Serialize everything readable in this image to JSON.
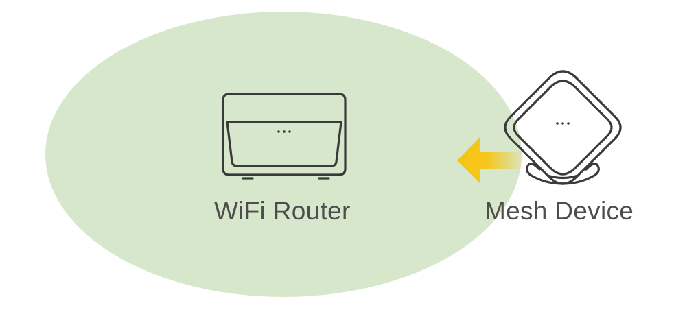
{
  "diagram": {
    "router": {
      "label": "WiFi Router",
      "indicator": "..."
    },
    "mesh_device": {
      "label": "Mesh Device",
      "indicator": "..."
    },
    "arrow": {
      "direction": "mesh-device-to-router",
      "color": "#f7c413"
    },
    "coverage_area": {
      "color": "#d7e7cb"
    }
  }
}
